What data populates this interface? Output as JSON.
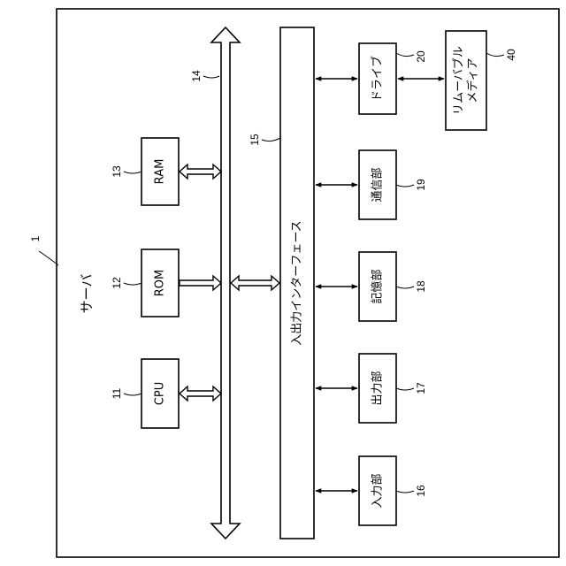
{
  "title": "サーバ",
  "refs": {
    "server": "1",
    "cpu": "11",
    "rom": "12",
    "ram": "13",
    "bus": "14",
    "io_interface": "15",
    "input": "16",
    "output": "17",
    "storage": "18",
    "communication": "19",
    "drive": "20",
    "removable_media": "40"
  },
  "blocks": {
    "cpu": "CPU",
    "rom": "ROM",
    "ram": "RAM",
    "io_interface": "入出力インターフェース",
    "input": "入力部",
    "output": "出力部",
    "storage": "記憶部",
    "communication": "通信部",
    "drive": "ドライブ",
    "removable_media_line1": "リムーバブル",
    "removable_media_line2": "メディア"
  }
}
